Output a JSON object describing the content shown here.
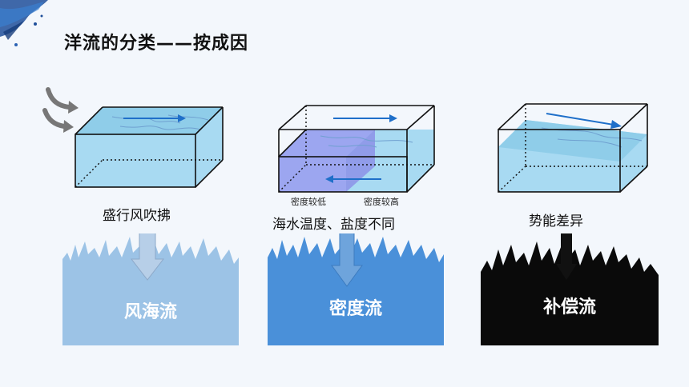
{
  "title": "洋流的分类——按成因",
  "colors": {
    "wind_panel": "#9cc3e6",
    "density_panel": "#4a90d9",
    "compensation_panel": "#0a0a0a",
    "water": "#a8daf2",
    "arrow_blue": "#1f6fc9"
  },
  "columns": [
    {
      "cause": "盛行风吹拂",
      "current_type": "风海流"
    },
    {
      "cause": "海水温度、盐度不同",
      "low_density": "密度较低",
      "high_density": "密度较高",
      "current_type": "密度流"
    },
    {
      "cause": "势能差异",
      "current_type": "补偿流"
    }
  ]
}
